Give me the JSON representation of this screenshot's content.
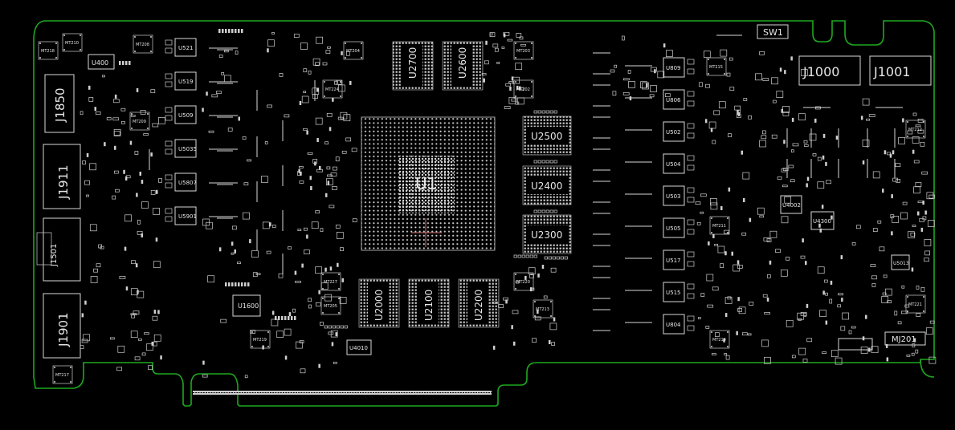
{
  "colors": {
    "background": "#000000",
    "board_outline": "#1fa81f",
    "silkscreen": "#d8d8d8",
    "cursor": "#d07070"
  },
  "components": {
    "u1": "U1",
    "u2700": "U2700",
    "u2600": "U2600",
    "u2500": "U2500",
    "u2400": "U2400",
    "u2300": "U2300",
    "u2000": "U2000",
    "u2100": "U2100",
    "u2200": "U2200",
    "j1850": "J1850",
    "j1911": "J1911",
    "j1901": "J1901",
    "j1501": "J1501",
    "j1000": "J1000",
    "j1001": "J1001",
    "sw1": "SW1",
    "mj201": "MJ201",
    "u400": "U400",
    "u1600": "U1600",
    "u4010": "U4010",
    "u4002": "U4002",
    "u4300": "U4300",
    "u5013": "U5013"
  },
  "left_vrm": [
    "U521",
    "U519",
    "U509",
    "U5035",
    "U5807",
    "U5901"
  ],
  "right_vrm": [
    "U809",
    "U806",
    "U502",
    "U504",
    "U503",
    "U505",
    "U517",
    "U515",
    "U804"
  ],
  "mounting_holes": {
    "mt218": "MT218",
    "mt210": "MT210",
    "mt208": "MT208",
    "mt204": "MT204",
    "mt203": "MT203",
    "mt224": "MT224",
    "mt202": "MT202",
    "mt205": "MT205",
    "mt219": "MT219",
    "mt220": "MT220",
    "mt213": "MT213",
    "mt217": "MT217",
    "mt209": "MT209",
    "mt215": "MT215",
    "mt212": "MT212",
    "mt211": "MT211",
    "mt214": "MT214",
    "mt221": "MT221",
    "mt227": "MT227"
  }
}
